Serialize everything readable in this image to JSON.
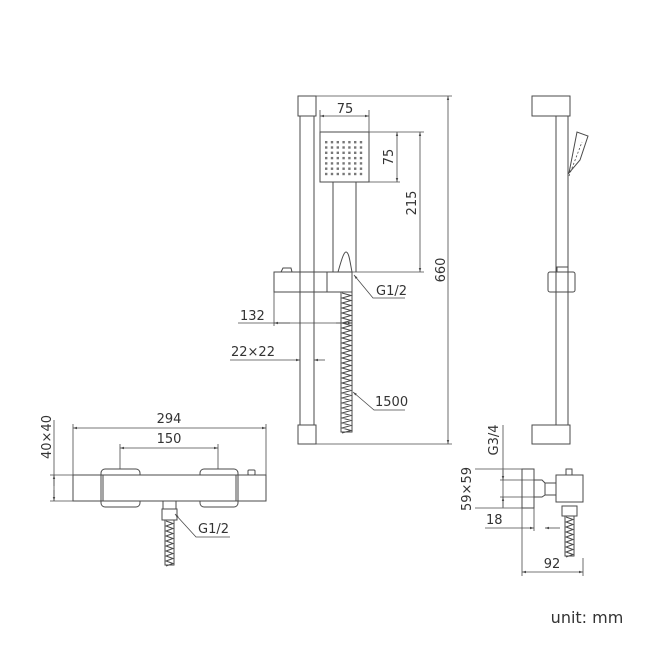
{
  "front_view": {
    "head_width": "75",
    "head_height": "75",
    "head_to_holder": "215",
    "total_height": "660",
    "holder_thread": "G1/2",
    "holder_projection": "132",
    "rail_section": "22×22",
    "hose_length": "1500"
  },
  "mixer_view": {
    "total_width": "294",
    "inlet_spacing": "150",
    "body_section": "40×40",
    "outlet_thread": "G1/2"
  },
  "side_view": {
    "inlet_thread": "G3/4",
    "block_section": "59×59",
    "offset": "18",
    "depth": "92"
  },
  "unit_label": "unit: mm",
  "colors": {
    "line": "#4a4a4a",
    "text": "#333333"
  }
}
